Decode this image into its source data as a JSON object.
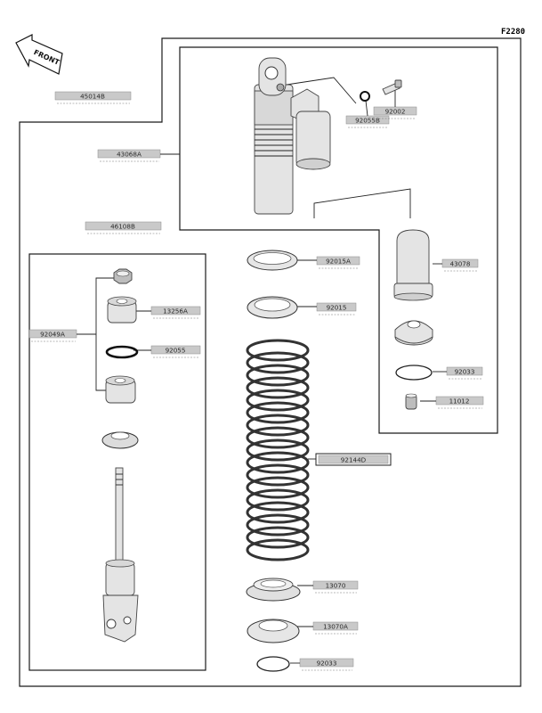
{
  "diagram": {
    "code": "F2280",
    "direction_label": "FRONT",
    "labels": {
      "assy_shock": "45014B",
      "cyl_body": "43068A",
      "piston_rod": "46108B",
      "ring_9205b": "92055B",
      "screw_92002": "92002",
      "reservoir": "43078",
      "rod_set": "92049A",
      "bushing_13256": "13256A",
      "oring_92055": "92055",
      "nut_92015a": "92015A",
      "nut_92015": "92015",
      "spring": "92144D",
      "seat_13070": "13070",
      "seat_13070a": "13070A",
      "circlip_92033_lower": "92033",
      "circlip_92033_right": "92033",
      "cap_11012": "11012"
    }
  }
}
